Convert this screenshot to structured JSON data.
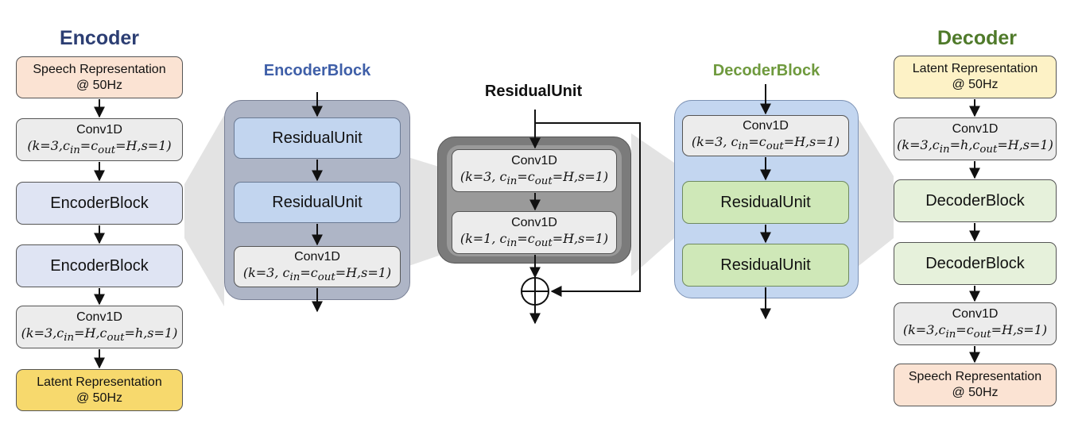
{
  "encoder": {
    "title": "Encoder",
    "input": {
      "line1": "Speech Representation",
      "line2": "@ 50Hz"
    },
    "conv_in": {
      "name": "Conv1D",
      "params": "(k=3,c_in=c_out=H,s=1)"
    },
    "block1": "EncoderBlock",
    "block2": "EncoderBlock",
    "conv_out": {
      "name": "Conv1D",
      "params": "(k=3,c_in=H,c_out=h,s=1)"
    },
    "output": {
      "line1": "Latent Representation",
      "line2": "@ 50Hz"
    }
  },
  "encoder_block": {
    "title": "EncoderBlock",
    "unit1": "ResidualUnit",
    "unit2": "ResidualUnit",
    "conv": {
      "name": "Conv1D",
      "params": "(k=3, c_in=c_out=H,s=1)"
    }
  },
  "residual_unit": {
    "title": "ResidualUnit",
    "conv1": {
      "name": "Conv1D",
      "params": "(k=3, c_in=c_out=H,s=1)"
    },
    "conv2": {
      "name": "Conv1D",
      "params": "(k=1, c_in=c_out=H,s=1)"
    }
  },
  "decoder_block": {
    "title": "DecoderBlock",
    "conv": {
      "name": "Conv1D",
      "params": "(k=3, c_in=c_out=H,s=1)"
    },
    "unit1": "ResidualUnit",
    "unit2": "ResidualUnit"
  },
  "decoder": {
    "title": "Decoder",
    "input": {
      "line1": "Latent Representation",
      "line2": "@ 50Hz"
    },
    "conv_in": {
      "name": "Conv1D",
      "params": "(k=3,c_in=h,c_out=H,s=1)"
    },
    "block1": "DecoderBlock",
    "block2": "DecoderBlock",
    "conv_out": {
      "name": "Conv1D",
      "params": "(k=3,c_in=c_out=H,s=1)"
    },
    "output": {
      "line1": "Speech Representation",
      "line2": "@ 50Hz"
    }
  },
  "colors": {
    "encoder_title": "#2c3e73",
    "encoder_block_title": "#3f5fa8",
    "decoder_title": "#4f7a2a",
    "decoder_block_title": "#6f9a3e",
    "arrow": "#111111",
    "zoom_wedge": "#e3e3e3"
  }
}
